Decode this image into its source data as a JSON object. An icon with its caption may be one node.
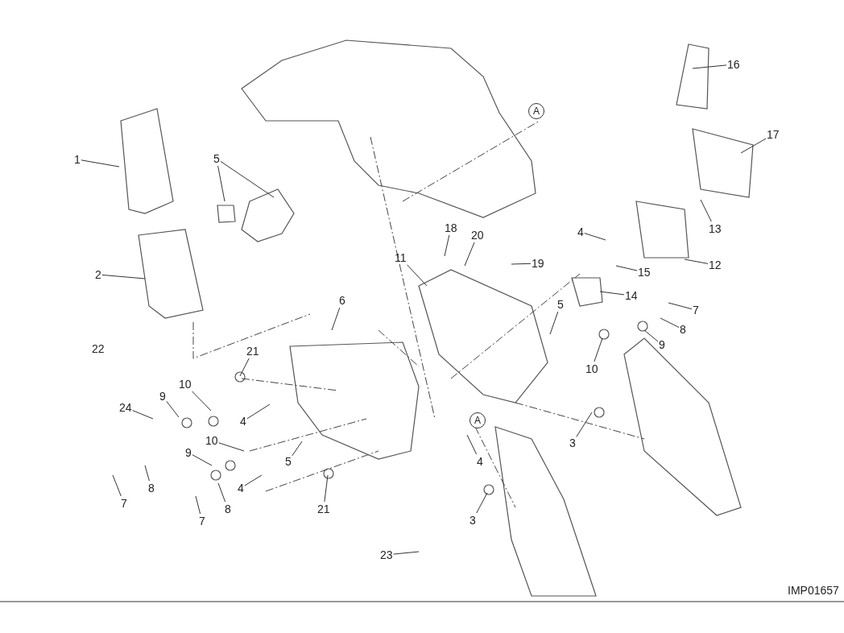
{
  "diagram": {
    "nodes": [
      {
        "text": [
          "1"
        ]
      },
      {
        "text": [
          "2"
        ]
      },
      {
        "text": [
          "5"
        ]
      },
      {
        "text": [
          "10"
        ]
      },
      {
        "text": [
          "9"
        ]
      },
      {
        "text": [
          "24"
        ]
      },
      {
        "text": [
          "10"
        ]
      },
      {
        "text": [
          "9"
        ]
      },
      {
        "text": [
          "8"
        ]
      },
      {
        "text": [
          "7"
        ]
      },
      {
        "text": [
          "8"
        ]
      },
      {
        "text": [
          "7"
        ]
      },
      {
        "text": [
          "21"
        ]
      },
      {
        "text": [
          "4"
        ]
      },
      {
        "text": [
          "5"
        ]
      },
      {
        "text": [
          "4"
        ]
      },
      {
        "text": [
          "21"
        ]
      },
      {
        "text": [
          "6"
        ]
      },
      {
        "text": [
          "18"
        ]
      },
      {
        "text": [
          "20"
        ]
      },
      {
        "text": [
          "19"
        ]
      },
      {
        "text": [
          "11"
        ]
      },
      {
        "text": [
          "4"
        ]
      },
      {
        "text": [
          "15"
        ]
      },
      {
        "text": [
          "14"
        ]
      },
      {
        "text": [
          "12"
        ]
      },
      {
        "text": [
          "13"
        ]
      },
      {
        "text": [
          "16"
        ]
      },
      {
        "text": [
          "17"
        ]
      },
      {
        "text": [
          "7"
        ]
      },
      {
        "text": [
          "8"
        ]
      },
      {
        "text": [
          "9"
        ]
      },
      {
        "text": [
          "10"
        ]
      },
      {
        "text": [
          "5"
        ]
      },
      {
        "text": [
          "3"
        ]
      },
      {
        "text": [
          "4"
        ]
      },
      {
        "text": [
          "3"
        ]
      },
      {
        "text": [
          "23"
        ]
      }
    ],
    "edges": [
      {
        "from": 0,
        "to": null,
        "arrow": "none"
      },
      {
        "from": 1,
        "to": null,
        "arrow": "none"
      },
      {
        "from": 2,
        "to": null,
        "arrow": "none"
      },
      {
        "from": 2,
        "to": null,
        "arrow": "none"
      },
      {
        "from": 3,
        "to": null,
        "arrow": "none"
      },
      {
        "from": 4,
        "to": null,
        "arrow": "none"
      },
      {
        "from": 5,
        "to": null,
        "arrow": "none"
      },
      {
        "from": 6,
        "to": null,
        "arrow": "none"
      },
      {
        "from": 7,
        "to": null,
        "arrow": "none"
      },
      {
        "from": 8,
        "to": null,
        "arrow": "none"
      },
      {
        "from": 9,
        "to": null,
        "arrow": "none"
      },
      {
        "from": 10,
        "to": null,
        "arrow": "none"
      },
      {
        "from": 11,
        "to": null,
        "arrow": "none"
      },
      {
        "from": 12,
        "to": null,
        "arrow": "none"
      },
      {
        "from": 13,
        "to": null,
        "arrow": "none"
      },
      {
        "from": 14,
        "to": null,
        "arrow": "none"
      },
      {
        "from": 15,
        "to": null,
        "arrow": "none"
      },
      {
        "from": 16,
        "to": null,
        "arrow": "none"
      },
      {
        "from": 17,
        "to": null,
        "arrow": "none"
      },
      {
        "from": 18,
        "to": null,
        "arrow": "none"
      },
      {
        "from": 19,
        "to": null,
        "arrow": "none"
      },
      {
        "from": 20,
        "to": null,
        "arrow": "none"
      },
      {
        "from": 21,
        "to": null,
        "arrow": "none"
      },
      {
        "from": 22,
        "to": null,
        "arrow": "none"
      },
      {
        "from": 23,
        "to": null,
        "arrow": "none"
      },
      {
        "from": 24,
        "to": null,
        "arrow": "none"
      },
      {
        "from": 25,
        "to": null,
        "arrow": "none"
      },
      {
        "from": 26,
        "to": null,
        "arrow": "none"
      },
      {
        "from": 27,
        "to": null,
        "arrow": "none"
      },
      {
        "from": 28,
        "to": null,
        "arrow": "none"
      },
      {
        "from": 29,
        "to": null,
        "arrow": "none"
      },
      {
        "from": 30,
        "to": null,
        "arrow": "none"
      },
      {
        "from": 31,
        "to": null,
        "arrow": "none"
      },
      {
        "from": 32,
        "to": null,
        "arrow": "none"
      },
      {
        "from": 33,
        "to": null,
        "arrow": "none"
      },
      {
        "from": 34,
        "to": null,
        "arrow": "none"
      },
      {
        "from": 35,
        "to": null,
        "arrow": "none"
      },
      {
        "from": 36,
        "to": null,
        "arrow": "none"
      },
      {
        "from": 37,
        "to": null,
        "arrow": "none"
      }
    ],
    "labels": [
      "22",
      "A",
      "A",
      "IMP01657"
    ]
  }
}
